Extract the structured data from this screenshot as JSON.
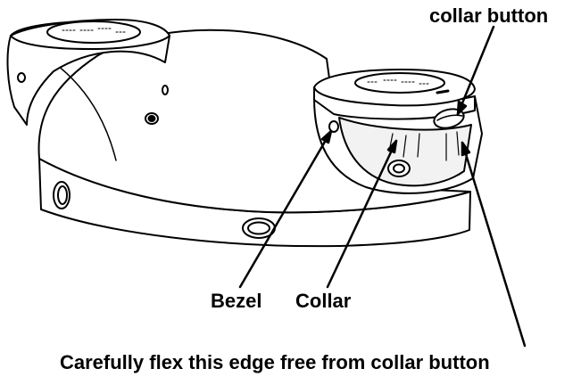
{
  "labels": {
    "collar_button": "collar button",
    "bezel": "Bezel",
    "collar": "Collar",
    "caption": "Carefully flex this edge free from collar button"
  },
  "colors": {
    "line": "#000000",
    "fill": "#ffffff",
    "shade": "#e8e8e8"
  }
}
